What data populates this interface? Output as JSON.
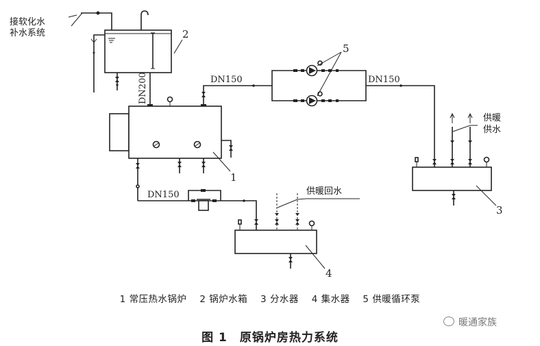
{
  "figure": {
    "caption_label": "图 1",
    "caption_title": "原锅炉房热力系统",
    "watermark": "暖通家族"
  },
  "labels": {
    "makeup_line1": "接软化水",
    "makeup_line2": "补水系统",
    "dn200": "DN200",
    "dn150_boiler_out": "DN150",
    "dn150_pump_out": "DN150",
    "dn150_return": "DN150",
    "supply_line1": "供暖",
    "supply_line2": "供水",
    "return_water": "供暖回水"
  },
  "components": [
    {
      "id": "1",
      "name": "常压热水锅炉"
    },
    {
      "id": "2",
      "name": "锅炉水箱"
    },
    {
      "id": "3",
      "name": "分水器"
    },
    {
      "id": "4",
      "name": "集水器"
    },
    {
      "id": "5",
      "name": "供暖循环泵"
    }
  ]
}
